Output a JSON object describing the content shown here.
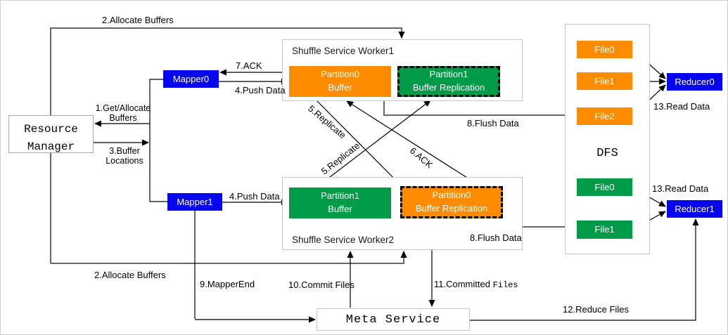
{
  "colors": {
    "orange": "#FF8C00",
    "green": "#009B48",
    "blue": "#0606EE",
    "gray_line": "#666666",
    "container_border": "#c6c6c6"
  },
  "nodes": {
    "resource_manager": {
      "line1": "Resource",
      "line2": "Manager"
    },
    "mapper0": {
      "label": "Mapper0"
    },
    "mapper1": {
      "label": "Mapper1"
    },
    "worker1": {
      "title": "Shuffle Service Worker1"
    },
    "worker2": {
      "title": "Shuffle Service Worker2"
    },
    "partition0_buffer": {
      "line1": "Partition0",
      "line2": "Buffer"
    },
    "partition1_replication": {
      "line1": "Partition1",
      "line2": "Buffer Replication"
    },
    "partition1_buffer": {
      "line1": "Partition1",
      "line2": "Buffer"
    },
    "partition0_replication": {
      "line1": "Partition0",
      "line2": "Buffer Replication"
    },
    "dfs": {
      "label": "DFS",
      "orange_files": [
        "File0",
        "File1",
        "File2"
      ],
      "green_files": [
        "File0",
        "File1"
      ]
    },
    "reducer0": {
      "label": "Reducer0"
    },
    "reducer1": {
      "label": "Reducer1"
    },
    "meta_service": {
      "label": "Meta Service"
    }
  },
  "edges": {
    "allocate_buffers_top": "2.Allocate Buffers",
    "allocate_buffers_bottom": "2.Allocate Buffers",
    "get_allocate_line1": "1.Get/Allocate",
    "get_allocate_line2": "Buffers",
    "buffer_locations_line1": "3.Buffer",
    "buffer_locations_line2": "Locations",
    "push_data_mapper0": "4.Push Data",
    "push_data_mapper1": "4.Push Data",
    "replicate_worker1": "5.Replicate",
    "replicate_worker2": "5.Replicate",
    "ack6": "6.ACK",
    "ack7": "7.ACK",
    "flush_data_worker1": "8.Flush Data",
    "flush_data_worker2": "8.Flush Data",
    "mapper_end": "9.MapperEnd",
    "commit_files": "10.Commit Files",
    "committed_files_main": "11.Committed ",
    "committed_files_suffix": "Files",
    "reduce_files": "12.Reduce Files",
    "read_data_reducer0": "13.Read Data",
    "read_data_reducer1": "13.Read Data"
  }
}
